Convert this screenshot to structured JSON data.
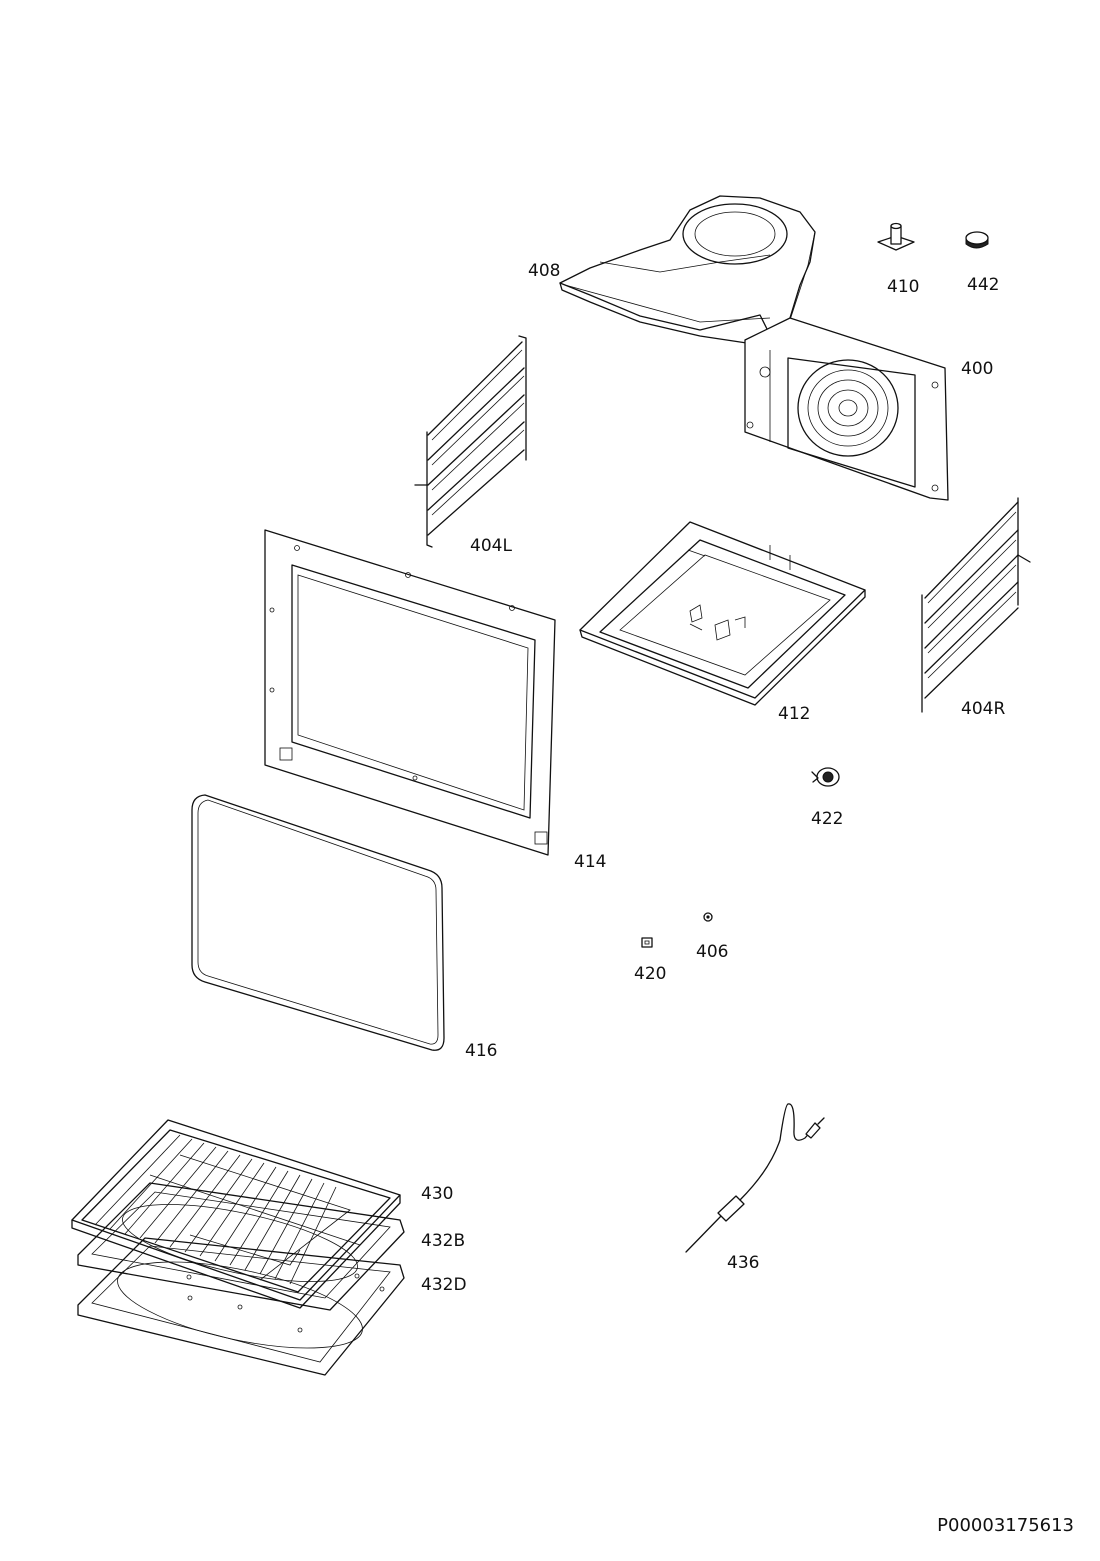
{
  "document_id": "P00003175613",
  "part_labels": {
    "p408": "408",
    "p410": "410",
    "p442": "442",
    "p400": "400",
    "p404L": "404L",
    "p412": "412",
    "p404R": "404R",
    "p414": "414",
    "p422": "422",
    "p416": "416",
    "p406": "406",
    "p420": "420",
    "p430": "430",
    "p432B": "432B",
    "p432D": "432D",
    "p436": "436"
  }
}
